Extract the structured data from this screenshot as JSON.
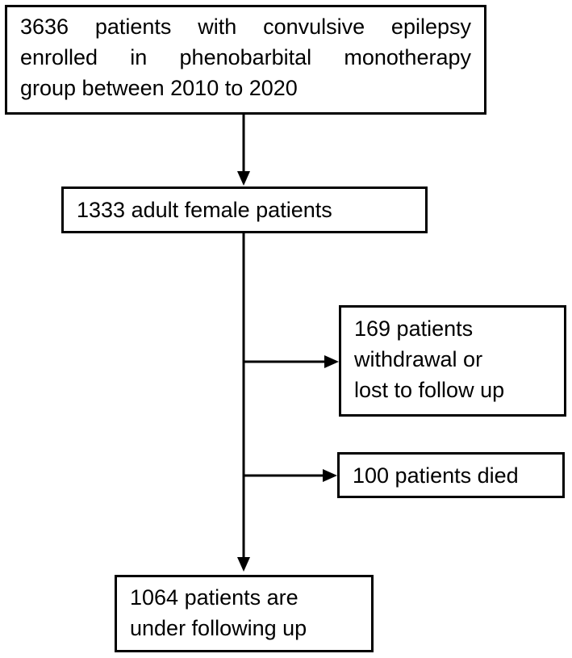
{
  "diagram": {
    "type": "flowchart",
    "colors": {
      "background": "#ffffff",
      "border": "#000000",
      "text": "#000000",
      "connector": "#000000"
    },
    "nodes": {
      "enrolled": {
        "lines": [
          "3636 patients with convulsive epilepsy",
          "enrolled in phenobarbital monotherapy",
          "group between 2010 to 2020"
        ]
      },
      "adult_female": {
        "text": "1333 adult female patients"
      },
      "withdrawal": {
        "text": "169 patients\nwithdrawal or\nlost to follow up"
      },
      "died": {
        "text": "100 patients died"
      },
      "follow_up": {
        "text": "1064 patients are\nunder following up"
      }
    },
    "edges": [
      {
        "from": "enrolled",
        "to": "adult_female"
      },
      {
        "from": "adult_female",
        "to": "withdrawal"
      },
      {
        "from": "adult_female",
        "to": "died"
      },
      {
        "from": "adult_female",
        "to": "follow_up"
      }
    ]
  }
}
